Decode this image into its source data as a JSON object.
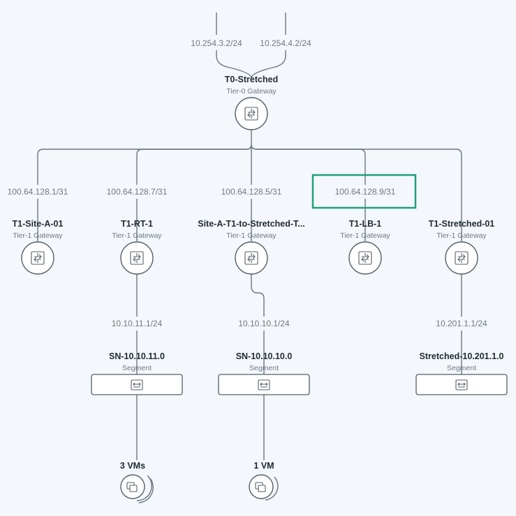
{
  "uplinks": [
    "10.254.3.2/24",
    "10.254.4.2/24"
  ],
  "t0": {
    "name": "T0-Stretched",
    "type": "Tier-0 Gateway"
  },
  "t1": [
    {
      "name": "T1-Site-A-01",
      "type": "Tier-1 Gateway",
      "ip": "100.64.128.1/31"
    },
    {
      "name": "T1-RT-1",
      "type": "Tier-1 Gateway",
      "ip": "100.64.128.7/31"
    },
    {
      "name": "Site-A-T1-to-Stretched-T...",
      "type": "Tier-1 Gateway",
      "ip": "100.64.128.5/31"
    },
    {
      "name": "T1-LB-1",
      "type": "Tier-1 Gateway",
      "ip": "100.64.128.9/31",
      "highlighted": true
    },
    {
      "name": "T1-Stretched-01",
      "type": "Tier-1 Gateway",
      "ip": ""
    }
  ],
  "segments": [
    {
      "name": "SN-10.10.11.0",
      "type": "Segment",
      "ip": "10.10.11.1/24"
    },
    {
      "name": "SN-10.10.10.0",
      "type": "Segment",
      "ip": "10.10.10.1/24"
    },
    {
      "name": "Stretched-10.201.1.0",
      "type": "Segment",
      "ip": "10.201.1.1/24"
    }
  ],
  "vm_groups": [
    {
      "label": "3 VMs"
    },
    {
      "label": "1 VM"
    }
  ],
  "colors": {
    "highlight": "#1fa07a",
    "wire": "#6b7680",
    "background": "#f4f7fb"
  }
}
